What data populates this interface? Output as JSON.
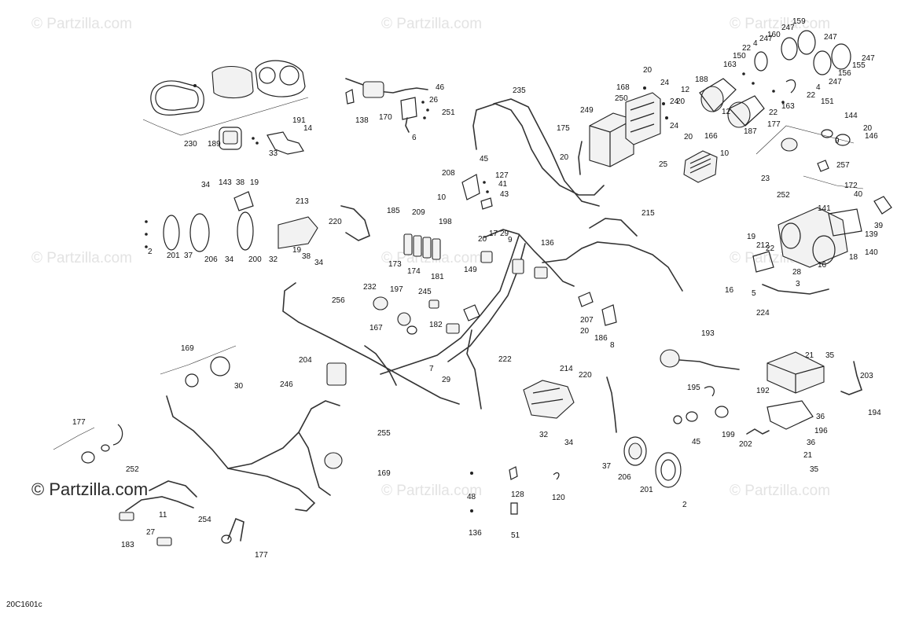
{
  "diagram": {
    "code": "20C1601c",
    "watermarks": [
      {
        "text": "© Partzilla.com",
        "variant": "light"
      },
      {
        "text": "© Partzilla.com",
        "variant": "light"
      },
      {
        "text": "© Partzilla.com",
        "variant": "light"
      },
      {
        "text": "© Partzilla.com",
        "variant": "light"
      },
      {
        "text": "© Partzilla.com",
        "variant": "light"
      },
      {
        "text": "© Partzilla.com",
        "variant": "light"
      },
      {
        "text": "© Partzilla.com",
        "variant": "strong"
      },
      {
        "text": "© Partzilla.com",
        "variant": "light"
      },
      {
        "text": "© Partzilla.com",
        "variant": "light"
      }
    ],
    "labels": [
      "230",
      "189",
      "33",
      "191",
      "14",
      "138",
      "170",
      "46",
      "26",
      "251",
      "6",
      "235",
      "249",
      "175",
      "20",
      "168",
      "250",
      "24",
      "20",
      "24",
      "20",
      "24",
      "12",
      "188",
      "163",
      "150",
      "22",
      "4",
      "247",
      "160",
      "159",
      "247",
      "247",
      "247",
      "155",
      "156",
      "247",
      "22",
      "4",
      "151",
      "163",
      "22",
      "187",
      "12",
      "166",
      "20",
      "25",
      "10",
      "177",
      "144",
      "9",
      "146",
      "20",
      "23",
      "257",
      "252",
      "172",
      "40",
      "39",
      "139",
      "141",
      "19",
      "212",
      "22",
      "140",
      "18",
      "16",
      "28",
      "3",
      "16",
      "5",
      "224",
      "34",
      "143",
      "38",
      "19",
      "213",
      "220",
      "2",
      "201",
      "37",
      "206",
      "34",
      "200",
      "32",
      "19",
      "38",
      "34",
      "208",
      "45",
      "127",
      "41",
      "43",
      "10",
      "185",
      "209",
      "198",
      "173",
      "174",
      "181",
      "20",
      "17",
      "29",
      "9",
      "136",
      "215",
      "256",
      "232",
      "197",
      "245",
      "149",
      "167",
      "182",
      "207",
      "20",
      "186",
      "8",
      "169",
      "30",
      "204",
      "7",
      "29",
      "222",
      "246",
      "255",
      "214",
      "220",
      "193",
      "195",
      "21",
      "35",
      "203",
      "192",
      "194",
      "36",
      "196",
      "36",
      "21",
      "35",
      "45",
      "199",
      "202",
      "32",
      "34",
      "37",
      "206",
      "201",
      "2",
      "177",
      "252",
      "183",
      "11",
      "27",
      "254",
      "169",
      "177",
      "48",
      "128",
      "120",
      "136",
      "51"
    ]
  }
}
